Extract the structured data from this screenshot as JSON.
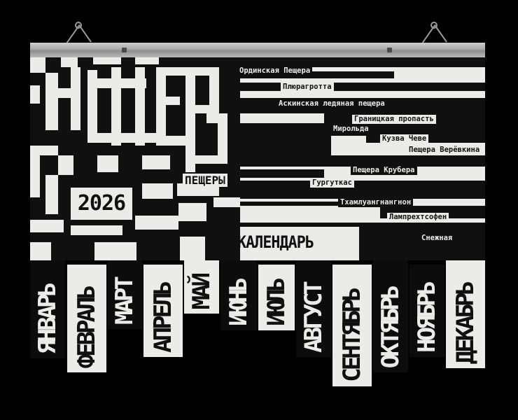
{
  "poster": {
    "caves_word": "ПЕЩЕРЫ",
    "year": "2026",
    "calendar_word": "КАЛЕНДАРЬ",
    "cave_names": [
      "Ординская Пещера",
      "Плюрагротта",
      "Аскинская ледяная пещера",
      "Границкая пропасть",
      "Мирольда",
      "Кузва Чеве",
      "Пещера Верёвкина",
      "Пещера Крубера",
      "Гургуткас",
      "Тхамлуангнангнон",
      "Лампрехтсофен",
      "Снежная"
    ]
  },
  "months": [
    "ЯНВАРЬ",
    "ФЕВРАЛЬ",
    "МАРТ",
    "АПРЕЛЬ",
    "МАЙ",
    "ИЮНЬ",
    "ИЮЛЬ",
    "АВГУСТ",
    "СЕНТЯБРЬ",
    "ОКТЯБРЬ",
    "НОЯБРЬ",
    "ДЕКАБРЬ"
  ],
  "colors": {
    "background": "#000000",
    "paper": "#ecebe7",
    "ink": "#101010",
    "rail": "#a8a8a8"
  }
}
